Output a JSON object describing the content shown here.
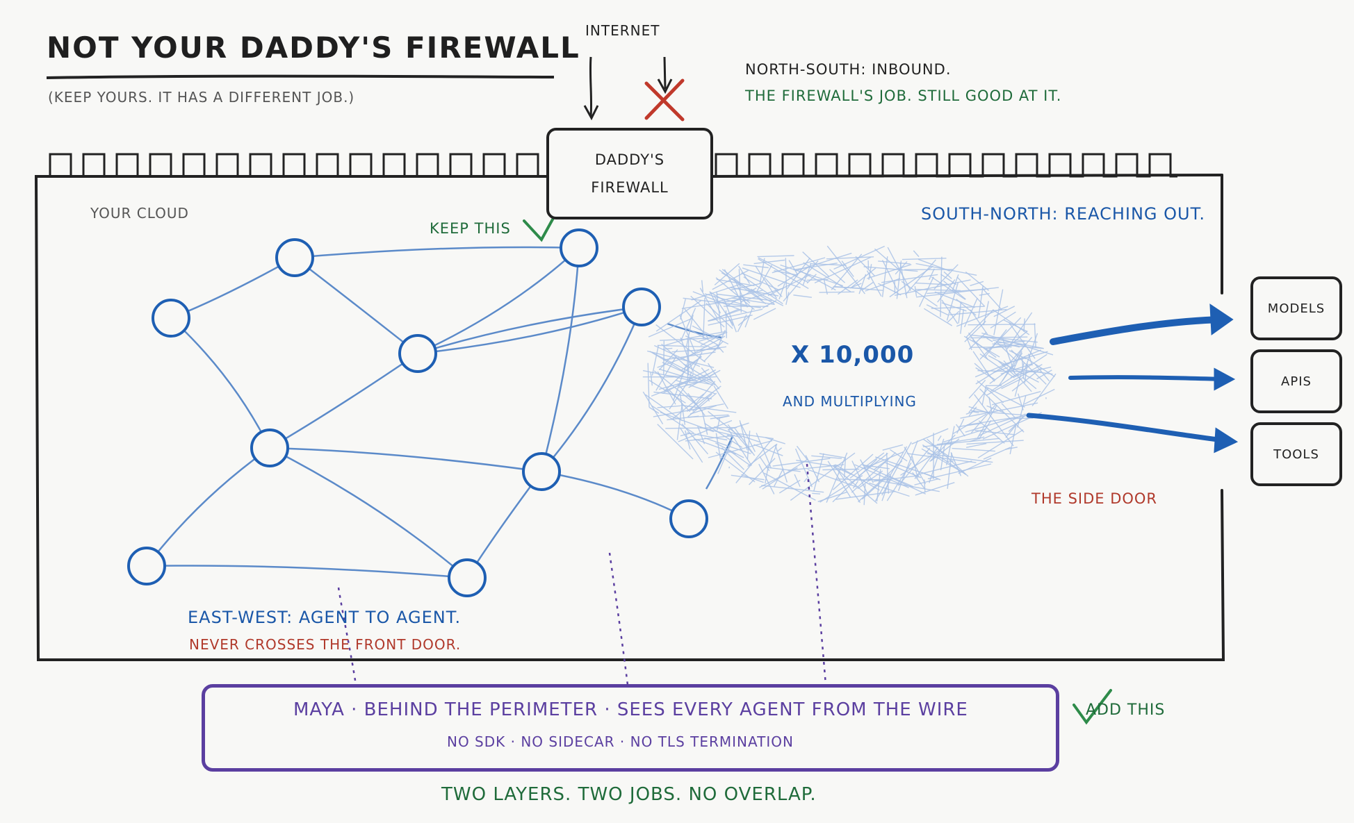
{
  "title": "Not your daddy's firewall",
  "subtitle": "(keep yours. it has a different job.)",
  "internet_label": "Internet",
  "firewall": {
    "line1": "Daddy's",
    "line2": "Firewall"
  },
  "north_south": {
    "title": "North-South: inbound.",
    "note": "The firewall's job. Still good at it."
  },
  "cloud_label": "Your cloud",
  "keep_this": "Keep this",
  "south_north": {
    "title": "South-North: reaching out.",
    "multiplier": "x 10,000",
    "subtitle": "and multiplying",
    "side_door": "The side door",
    "destinations": [
      "Models",
      "APIs",
      "Tools"
    ]
  },
  "east_west": {
    "title": "East-West: agent to agent.",
    "note": "Never crosses the front door."
  },
  "maya": {
    "main": "MAYA · behind the perimeter · sees every agent from the wire",
    "sub": "No SDK · no sidecar · no TLS termination"
  },
  "add_this": "Add this",
  "footer": "Two layers. Two jobs. No overlap.",
  "colors": {
    "ink": "#222222",
    "agent_blue": "#1a57a8",
    "node_blue": "#1e5fb3",
    "edge_blue": "#5b8ac9",
    "cloud_blue": "#a9c2e6",
    "green": "#1f6b3a",
    "red": "#b0392b",
    "purple": "#5b3fa0"
  },
  "icons": [
    "check-icon",
    "cross-icon",
    "arrow-icon"
  ]
}
